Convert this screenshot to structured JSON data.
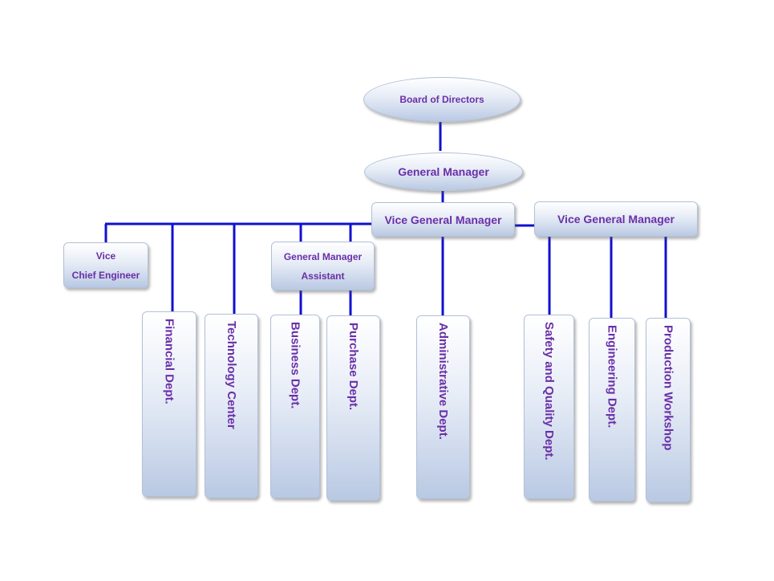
{
  "org_chart": {
    "board": "Board of Directors",
    "general_manager": "General Manager",
    "vgm_left": "Vice General Manager",
    "vgm_right": "Vice General Manager",
    "vice_chief_engineer": {
      "line1": "Vice",
      "line2": "Chief Engineer"
    },
    "gm_assistant": {
      "line1": "General Manager",
      "line2": "Assistant"
    },
    "departments": {
      "financial": "Financial Dept.",
      "technology": "Technology Center",
      "business": "Business Dept.",
      "purchase": "Purchase Dept.",
      "administrative": "Administrative Dept.",
      "safety_quality": "Safety and Quality Dept.",
      "engineering": "Engineering Dept.",
      "production": "Production Workshop"
    }
  },
  "colors": {
    "connector": "#1010d0",
    "label_text": "#6a2fa8",
    "box_gradient_top": "#ffffff",
    "box_gradient_bottom": "#b9c9e3"
  }
}
